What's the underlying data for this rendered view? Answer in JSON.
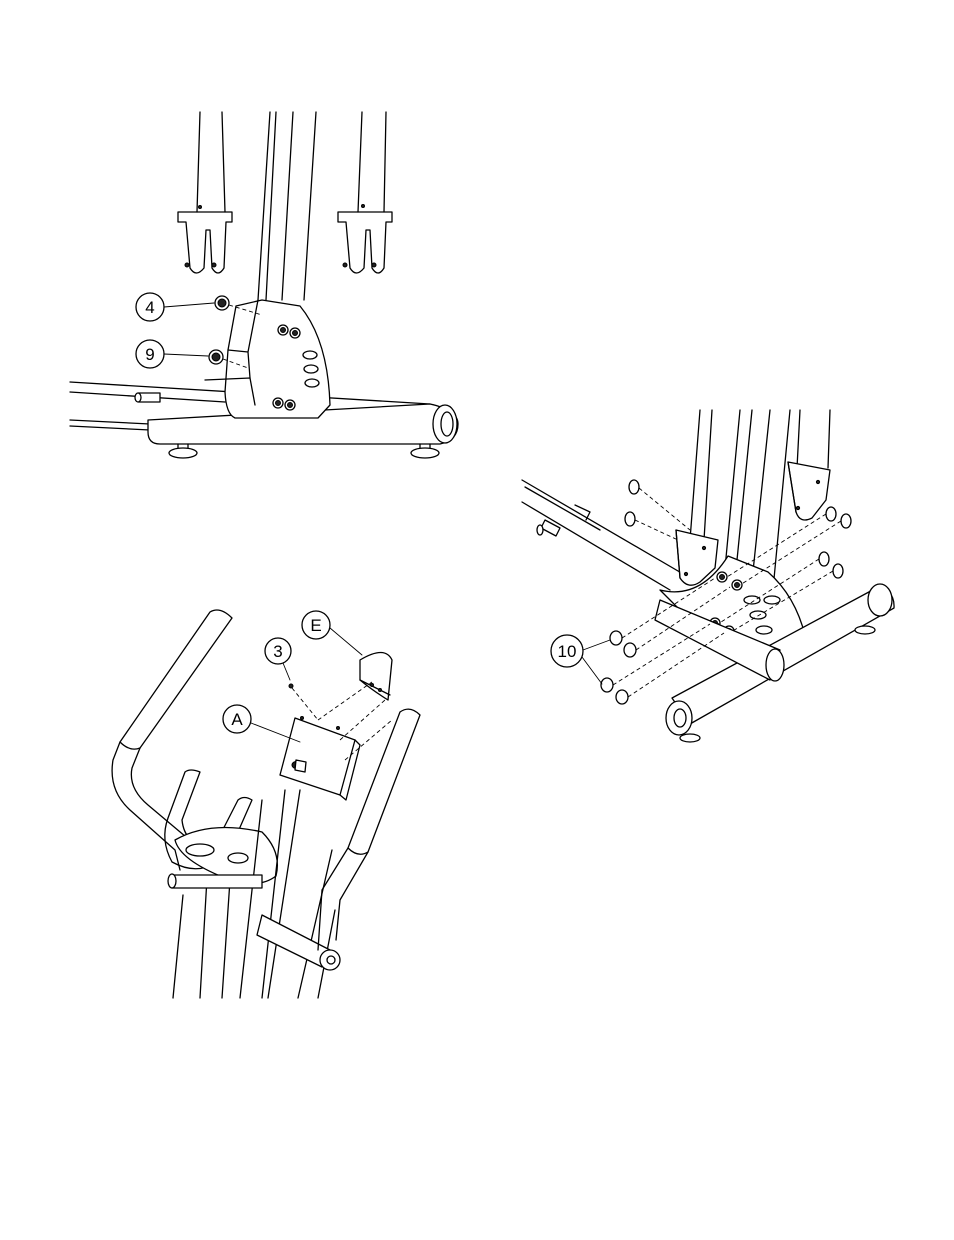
{
  "figures": [
    {
      "id": "base-bracket",
      "callouts": [
        "4",
        "9"
      ]
    },
    {
      "id": "console-mount",
      "callouts": [
        "E",
        "3",
        "A"
      ]
    },
    {
      "id": "rear-stabilizer",
      "callouts": [
        "10"
      ]
    }
  ]
}
